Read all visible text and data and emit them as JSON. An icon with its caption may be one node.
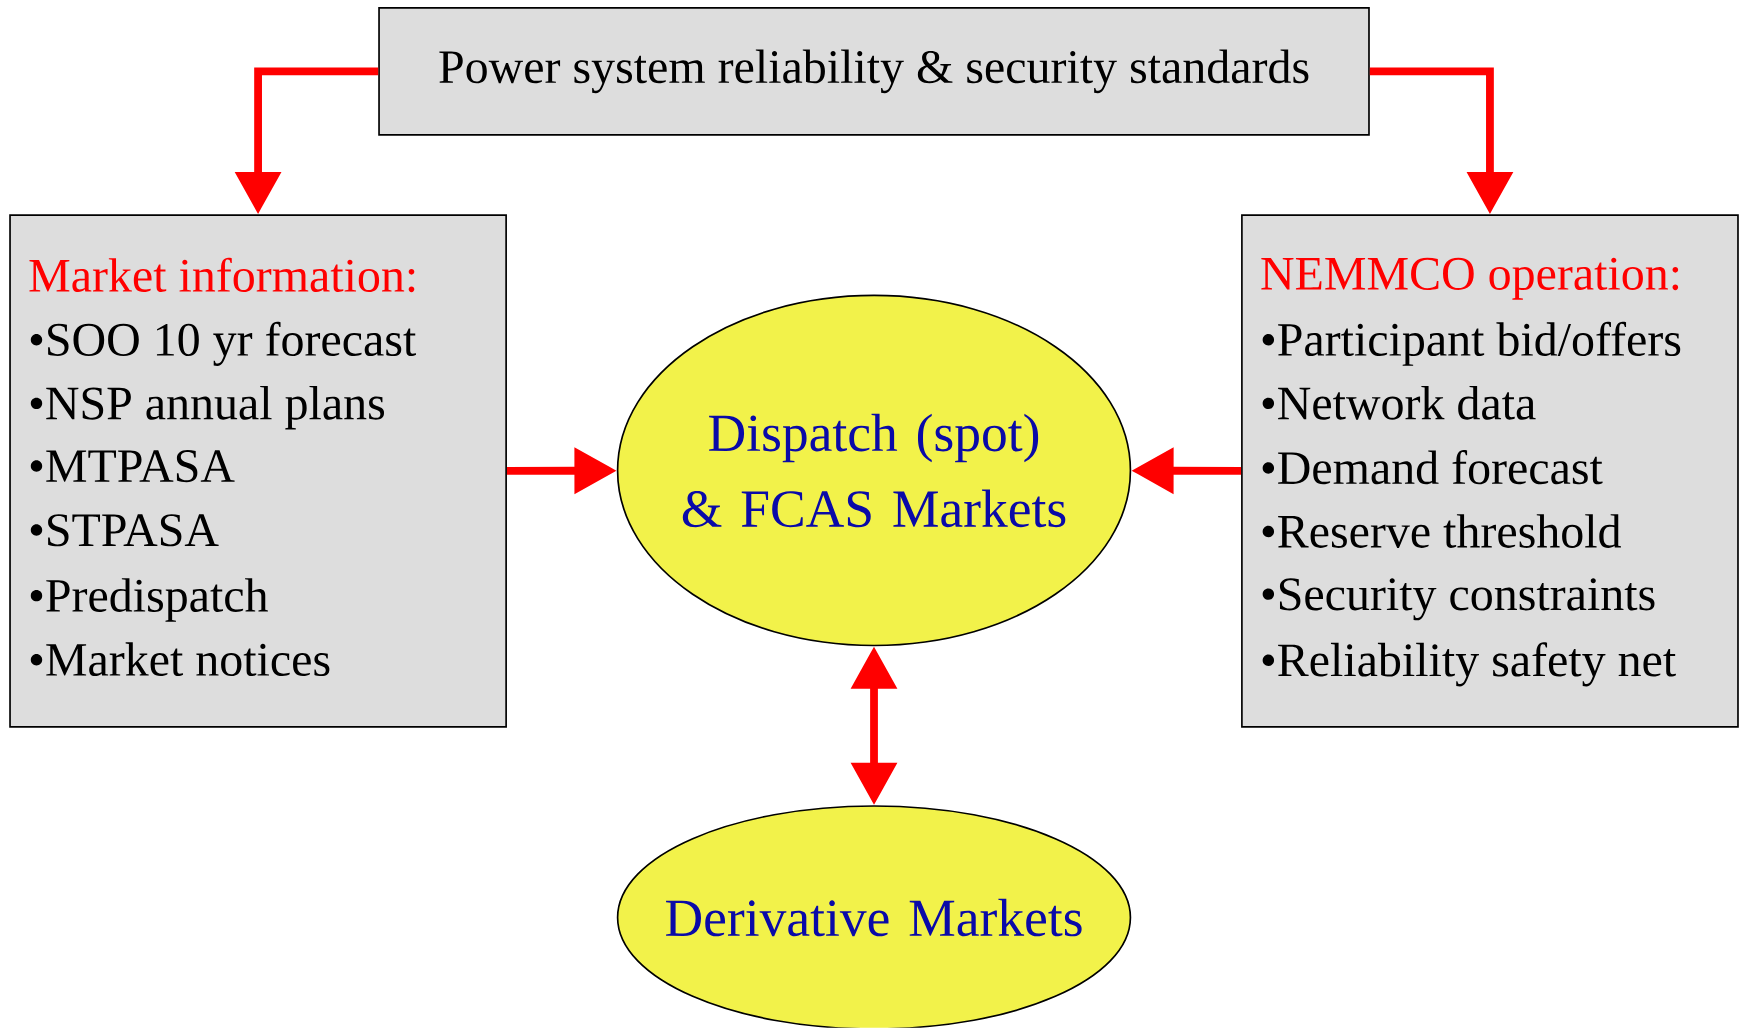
{
  "diagram": {
    "nodes": [
      {
        "text": [
          "Power system reliability & security standards"
        ]
      },
      {
        "text": [
          "Market information:",
          "•SOO 10 yr forecast",
          "•NSP annual plans",
          "•MTPASA",
          "•STPASA",
          "•Predispatch",
          "•Market notices"
        ]
      },
      {
        "text": [
          "Dispatch (spot) & FCAS Markets"
        ]
      },
      {
        "text": [
          "NEMMCO operation:",
          "•Participant bid/offers",
          "•Network data",
          "•Demand forecast",
          "•Reserve threshold",
          "•Security constraints",
          "•Reliability safety net"
        ]
      },
      {
        "text": [
          "Derivative Markets"
        ]
      }
    ],
    "edges": [
      {
        "from": 0,
        "to": 1,
        "arrow": "to"
      },
      {
        "from": 0,
        "to": 3,
        "arrow": "to"
      },
      {
        "from": 1,
        "to": 2,
        "arrow": "to"
      },
      {
        "from": 3,
        "to": 2,
        "arrow": "to"
      },
      {
        "from": 2,
        "to": 4,
        "arrow": "both"
      }
    ]
  }
}
